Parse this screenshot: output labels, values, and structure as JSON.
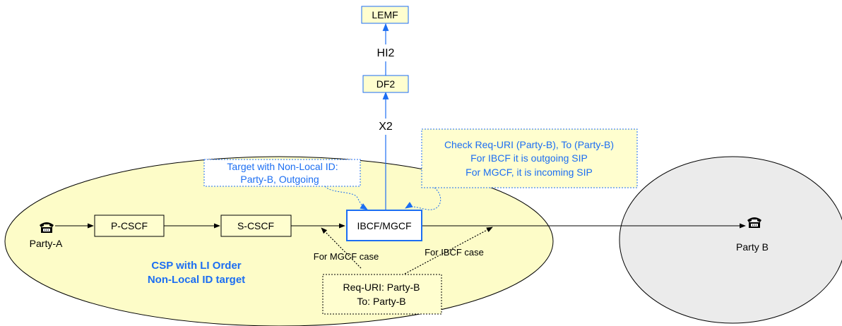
{
  "nodes": {
    "lemf": "LEMF",
    "df2": "DF2",
    "p_cscf": "P-CSCF",
    "s_cscf": "S-CSCF",
    "ibcf_mgcf": "IBCF/MGCF"
  },
  "interfaces": {
    "hi2": "HI2",
    "x2": "X2"
  },
  "parties": {
    "a": "Party-A",
    "b": "Party B"
  },
  "callouts": {
    "target": [
      "Target with Non-Local ID:",
      "Party-B, Outgoing"
    ],
    "check": [
      "Check Req-URI (Party-B), To (Party-B)",
      "For IBCF it is outgoing SIP",
      "For MGCF, it is incoming SIP"
    ]
  },
  "cases": {
    "mgcf": "For MGCF case",
    "ibcf": "For IBCF case"
  },
  "request_box": [
    "Req-URI: Party-B",
    "To: Party-B"
  ],
  "csp_label": [
    "CSP with LI Order",
    "Non-Local ID target"
  ],
  "colors": {
    "box_fill": "#fffecf",
    "ellipse_fill": "#fdfcc8",
    "gray_fill": "#ebebeb",
    "accent": "#1c6ef2",
    "line": "#000000"
  }
}
